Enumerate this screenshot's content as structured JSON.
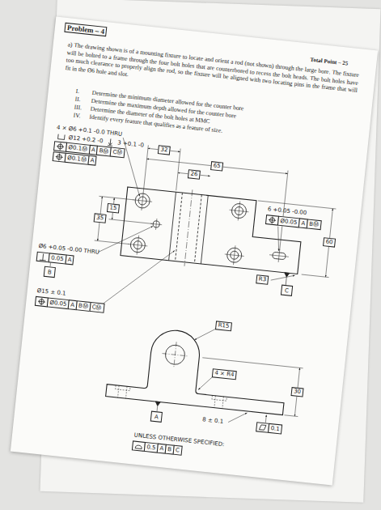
{
  "diagram": {
    "title": "Problem – 4",
    "nodes": [
      {
        "text": [
          "B"
        ]
      },
      {
        "text": [
          "C"
        ]
      },
      {
        "text": [
          "A"
        ]
      }
    ],
    "labels": [
      "Total Point – 25",
      "a) The drawing shown is of a mounting fixture to locate and orient a rod (not shown) through the large bore. The fixture will be bolted to a frame through the four bolt holes that are counterbored to recess the bolt heads. The bolt holes have too much clearance to properly align the rod, so the fixture will be aligned with two locating pins in the frame that will fit in the Ø6 hole and slot.",
      "I.",
      "Determine the minimum diameter allowed for the counter bore",
      "II.",
      "Determine the maximum depth allowed for the counter bore",
      "III.",
      "Determine the diameter of the bolt holes at MMC",
      "IV.",
      "Identify every feature that qualifies as a feature of size.",
      "4 × Ø6 +0.1 -0.0 THRU",
      "Ø12 +0.2 -0",
      "3 +0.1 -0",
      "Ø0.1Ⓜ",
      "A",
      "BⓂ",
      "CⓂ",
      "Ø0.1Ⓜ",
      "A",
      "32",
      "65",
      "26",
      "15",
      "35",
      "6 +0.05 -0.00",
      "Ø0.05",
      "A",
      "BⓂ",
      "60",
      "R3",
      "Ø6 +0.05 -0.00 THRU",
      "0.05",
      "A",
      "Ø15 ± 0.1",
      "Ø0.05",
      "A",
      "BⓂ",
      "CⓂ",
      "R15",
      "4 × R4",
      "30",
      "8 ± 0.1",
      "0.1",
      "UNLESS OTHERWISE SPECIFIED:",
      "0.5",
      "A",
      "B",
      "C"
    ]
  }
}
